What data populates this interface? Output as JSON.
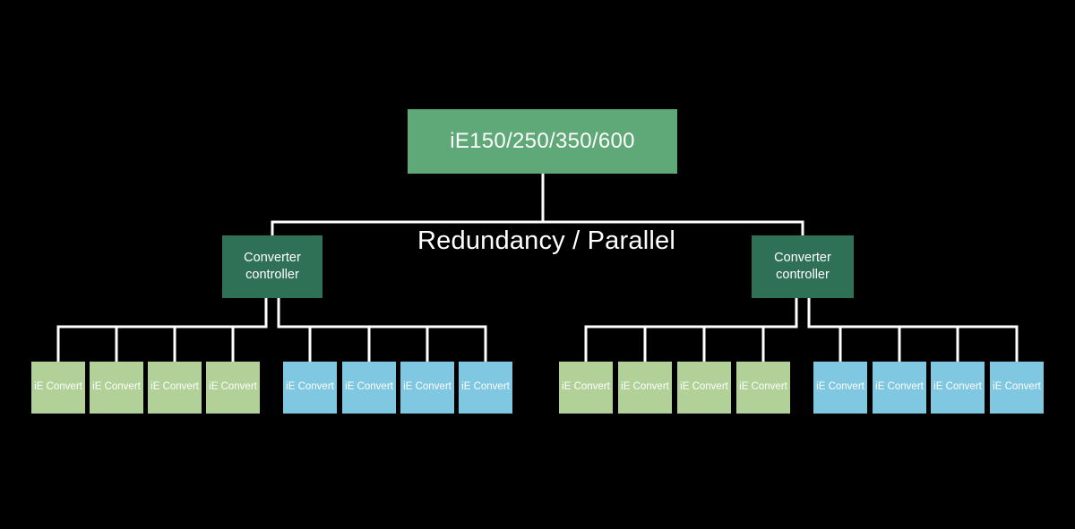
{
  "diagram": {
    "background_color": "#000000",
    "line_color": "#ffffff",
    "root": {
      "label": "iE150/250/350/600",
      "color": "#5fa877",
      "text_color": "#ffffff"
    },
    "annotation": {
      "label": "Redundancy / Parallel",
      "text_color": "#ffffff"
    },
    "controller": {
      "label": "Converter controller",
      "color": "#2e7156",
      "text_color": "#ffffff"
    },
    "converter": {
      "label": "iE Convert",
      "text_color": "#ffffff"
    },
    "converter_colors": {
      "green": "#b1d199",
      "blue": "#80c7e1"
    },
    "groups": [
      {
        "id": "left-green",
        "parent": "left-controller",
        "color": "green",
        "count": 4
      },
      {
        "id": "left-blue",
        "parent": "left-controller",
        "color": "blue",
        "count": 4
      },
      {
        "id": "right-green",
        "parent": "right-controller",
        "color": "green",
        "count": 4
      },
      {
        "id": "right-blue",
        "parent": "right-controller",
        "color": "blue",
        "count": 4
      }
    ]
  }
}
